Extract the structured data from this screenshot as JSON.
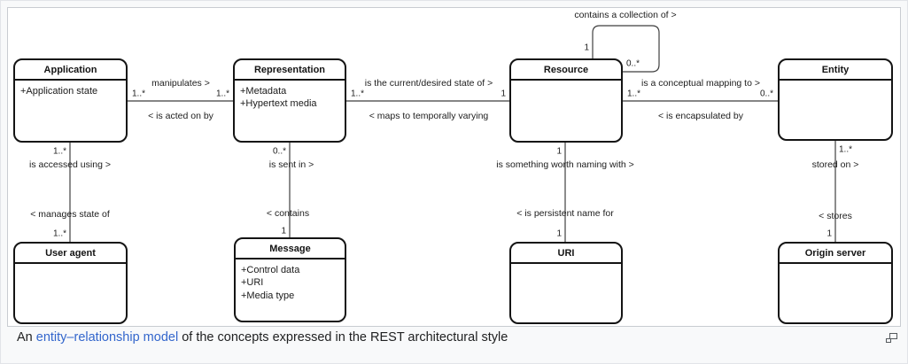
{
  "figure": {
    "caption": {
      "prefix": "An ",
      "link_text": "entity–relationship model",
      "suffix": " of the concepts expressed in the REST architectural style"
    },
    "link_color": "#3366cc"
  },
  "diagram": {
    "classes": [
      {
        "title": "Application",
        "attributes": [
          "+Application state"
        ]
      },
      {
        "title": "Representation",
        "attributes": [
          "+Metadata",
          "+Hypertext media"
        ]
      },
      {
        "title": "Resource",
        "attributes": []
      },
      {
        "title": "Entity",
        "attributes": []
      },
      {
        "title": "User agent",
        "attributes": []
      },
      {
        "title": "Message",
        "attributes": [
          "+Control data",
          "+URI",
          "+Media type"
        ]
      },
      {
        "title": "URI",
        "attributes": []
      },
      {
        "title": "Origin server",
        "attributes": []
      }
    ],
    "associations": [
      {
        "from": "Application",
        "to": "Representation",
        "forward": "manipulates >",
        "backward": "< is acted on by",
        "mult_from": "1..*",
        "mult_to": "1..*"
      },
      {
        "from": "Representation",
        "to": "Resource",
        "forward": "is the current/desired state of >",
        "backward": "< maps to temporally varying",
        "mult_from": "1..*",
        "mult_to": "1"
      },
      {
        "from": "Resource",
        "to": "Entity",
        "forward": "is a conceptual mapping to >",
        "backward": "< is encapsulated by",
        "mult_from": "1..*",
        "mult_to": "0..*"
      },
      {
        "from": "Resource",
        "to": "Resource",
        "forward": "contains a collection of >",
        "backward": "",
        "mult_from": "1",
        "mult_to": "0..*"
      },
      {
        "from": "Application",
        "to": "User agent",
        "forward": "is accessed using  >",
        "backward": "< manages state of",
        "mult_from": "1..*",
        "mult_to": "1..*"
      },
      {
        "from": "Representation",
        "to": "Message",
        "forward": "is sent in >",
        "backward": "< contains",
        "mult_from": "0..*",
        "mult_to": "1"
      },
      {
        "from": "Resource",
        "to": "URI",
        "forward": "is something worth naming with >",
        "backward": "< is persistent name for",
        "mult_from": "1",
        "mult_to": "1"
      },
      {
        "from": "Entity",
        "to": "Origin server",
        "forward": "stored on >",
        "backward": "< stores",
        "mult_from": "1..*",
        "mult_to": "1"
      }
    ]
  }
}
